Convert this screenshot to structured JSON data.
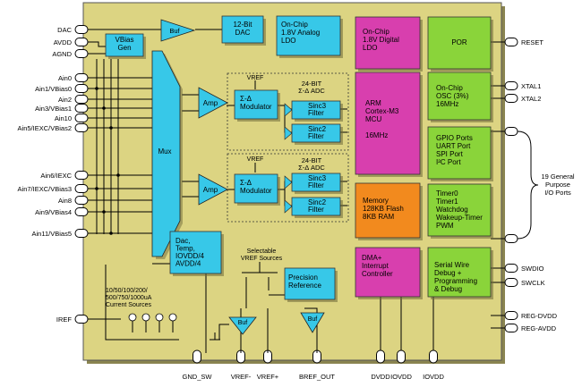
{
  "left_pins": [
    "DAC",
    "AVDD",
    "AGND",
    "Ain0",
    "Ain1/VBias0",
    "Ain2",
    "Ain3/VBias1",
    "Ain10",
    "Ain5/IEXC/VBias2",
    "Ain6/IEXC",
    "Ain7/IEXC/VBias3",
    "Ain8",
    "Ain9/VBias4",
    "Ain11/VBias5",
    "IREF"
  ],
  "right_pins": [
    "RESET",
    "XTAL1",
    "XTAL2",
    "SWDIO",
    "SWCLK",
    "REG-DVDD",
    "REG-AVDD"
  ],
  "bottom_pins": [
    "GND_SW",
    "VREF-",
    "VREF+",
    "BREF_OUT",
    "DVDD",
    "IOVDD",
    "IOVDD"
  ],
  "blocks": {
    "vbias": [
      "VBias",
      "Gen"
    ],
    "buf": "Buf",
    "dac": [
      "12-Bit",
      "DAC"
    ],
    "ldo_analog": [
      "On-Chip",
      "1.8V Analog",
      "LDO"
    ],
    "mux": "Mux",
    "amp": "Amp",
    "vref": "VREF",
    "adc_title": [
      "24-BIT",
      "Σ-Δ ADC"
    ],
    "modulator": [
      "Σ-Δ",
      "Modulator"
    ],
    "sinc3": [
      "Sinc3",
      "Filter"
    ],
    "sinc2": [
      "Sinc2",
      "Filter"
    ],
    "dac_temp": [
      "Dac,",
      "Temp,",
      "IOVDD/4",
      "AVDD/4"
    ],
    "selectable_vref": [
      "Selectable",
      "VREF Sources"
    ],
    "precision_ref": [
      "Precision",
      "Reference"
    ],
    "current_sources": [
      "10/50/100/200/",
      "500/750/1000uA",
      "Current Sources"
    ],
    "ldo_digital": [
      "On-Chip",
      "1.8V Digital",
      "LDO"
    ],
    "arm": [
      "ARM",
      "Cortex-M3",
      "MCU",
      "",
      "16MHz"
    ],
    "memory": [
      "Memory",
      "128KB Flash",
      "8KB RAM"
    ],
    "dma": [
      "DMA+",
      "Interrupt",
      "Controller"
    ],
    "por": "POR",
    "osc": [
      "On-Chip",
      "OSC (3%)",
      "16MHz"
    ],
    "gpio": [
      "GPIO Ports",
      "UART Port",
      "SPI Port",
      "I²C Port"
    ],
    "timers": [
      "Timer0",
      "Timer1",
      "Watchdog",
      "Wakeup-Timer",
      "PWM"
    ],
    "swd": [
      "Serial Wire",
      "Debug +",
      "Programming",
      "& Debug"
    ]
  },
  "gpio_label": [
    "19 General",
    "Purpose",
    "I/O Ports"
  ],
  "colors": {
    "chip": "#dcd482",
    "cyan": "#37c8e8",
    "magenta": "#d83fae",
    "orange": "#f28a1e",
    "green": "#8ad43a"
  }
}
